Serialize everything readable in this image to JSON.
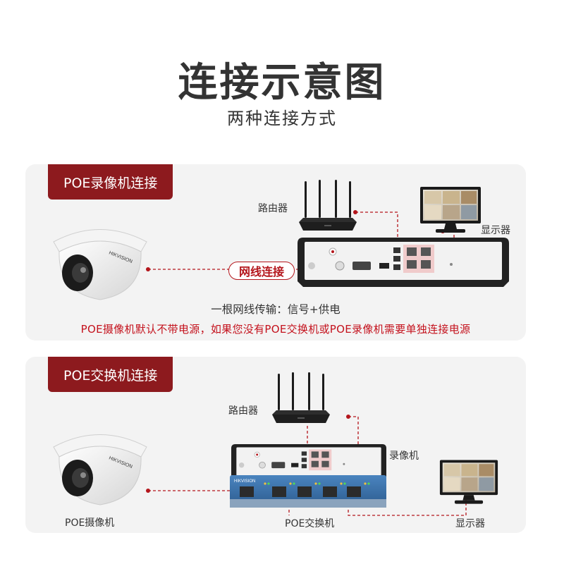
{
  "header": {
    "title": "连接示意图",
    "subtitle": "两种连接方式"
  },
  "panel1": {
    "tag": "POE录像机连接",
    "router_label": "路由器",
    "monitor_label": "显示器",
    "cable_label": "网线连接",
    "camera_brand": "HIKVISION",
    "caption": "一根网线传输：信号+供电",
    "note": "POE摄像机默认不带电源，如果您没有POE交换机或POE录像机需要单独连接电源"
  },
  "panel2": {
    "tag": "POE交换机连接",
    "router_label": "路由器",
    "nvr_label": "录像机",
    "camera_label": "POE摄像机",
    "switch_label": "POE交换机",
    "monitor_label": "显示器",
    "camera_brand": "HIKVISION",
    "switch_brand": "HIKVISION"
  },
  "colors": {
    "accent": "#8d1a1e",
    "dashed_line": "#b4161c",
    "panel_bg": "#f3f3f3"
  }
}
